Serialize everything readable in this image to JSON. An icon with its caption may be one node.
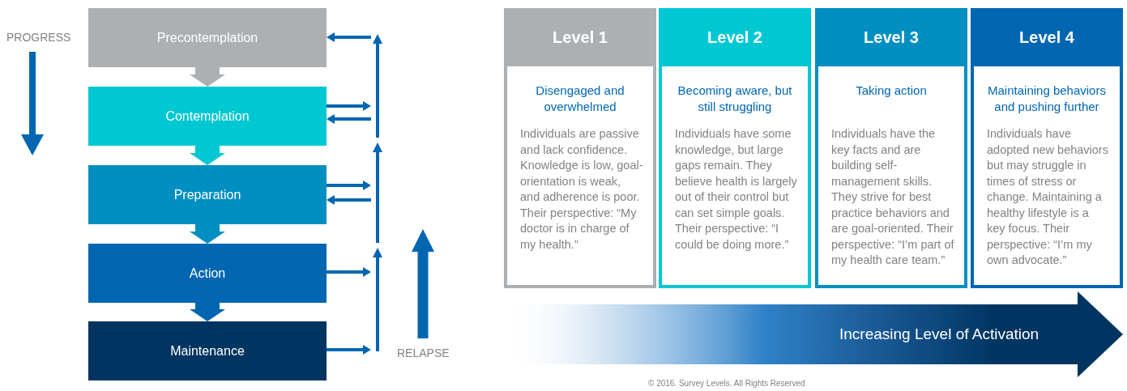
{
  "diagram": {
    "nodes": [
      {
        "text": [
          "Precontemplation"
        ]
      },
      {
        "text": [
          "Contemplation"
        ]
      },
      {
        "text": [
          "Preparation"
        ]
      },
      {
        "text": [
          "Action"
        ]
      },
      {
        "text": [
          "Maintenance"
        ]
      },
      {
        "text": [
          "Level 1",
          "Disengaged and overwhelmed",
          "Individuals are passive and lack confidence. Knowledge is low, goal-orientation is weak, and adherence is poor. Their perspective: “My doctor is in charge of my health.”"
        ]
      },
      {
        "text": [
          "Level 2",
          "Becoming aware, but still struggling",
          "Individuals have some knowledge, but large gaps remain. They believe health is largely out of their control but can set simple goals. Their perspective: “I could be doing more.”"
        ]
      },
      {
        "text": [
          "Level 3",
          "Taking action",
          "Individuals have the key facts and are building self-management skills. They strive for best practice behaviors and are goal-oriented. Their perspective: “I’m part of my health care team.”"
        ]
      },
      {
        "text": [
          "Level 4",
          "Maintaining behaviors and pushing further",
          "Individuals have adopted new behaviors but may struggle in times of stress or change. Maintaining a healthy lifestyle is a key focus. Their perspective: “I’m my own advocate.”"
        ]
      },
      {
        "text": [
          "Increasing Level of Activation"
        ]
      }
    ],
    "edges": [
      {
        "from": 0,
        "to": 1,
        "arrow": "to",
        "style": "thick",
        "color": "#adb0b2"
      },
      {
        "from": 1,
        "to": 2,
        "arrow": "to",
        "style": "thick",
        "color": "#00c8d2"
      },
      {
        "from": 2,
        "to": 3,
        "arrow": "to",
        "style": "thick",
        "color": "#008fc0"
      },
      {
        "from": 3,
        "to": 4,
        "arrow": "to",
        "style": "thick"
      },
      {
        "from": null,
        "to": 0,
        "arrow": "to"
      },
      {
        "from": 1,
        "to": null,
        "arrow": "to"
      },
      {
        "from": null,
        "to": 1,
        "arrow": "to"
      },
      {
        "from": 2,
        "to": null,
        "arrow": "to"
      },
      {
        "from": null,
        "to": 2,
        "arrow": "to"
      },
      {
        "from": 3,
        "to": null,
        "arrow": "to"
      },
      {
        "from": 4,
        "to": null,
        "arrow": "to"
      }
    ],
    "labels": [
      "PROGRESS",
      "RELAPSE",
      "© 2016. Survey Levels. All Rights Reserved"
    ]
  }
}
